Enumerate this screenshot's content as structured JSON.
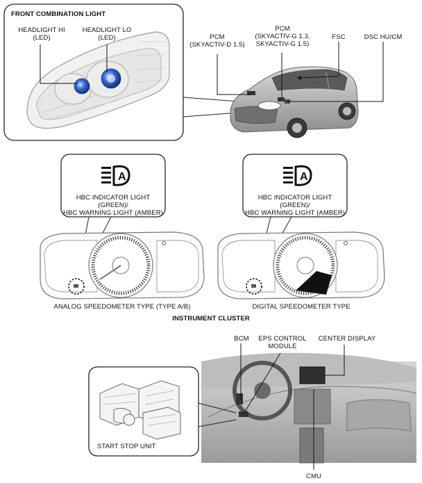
{
  "front_combination_light": {
    "title": "FRONT COMBINATION LIGHT",
    "headlight_hi": "HEADLIGHT HI\n(LED)",
    "headlight_lo": "HEADLIGHT LO\n(LED)"
  },
  "car_labels": {
    "pcm_skyactiv_d": "PCM\n(SKYACTIV-D 1.5)",
    "pcm_skyactiv_g": "PCM\n(SKYACTIV-G 1.3,\nSKYACTIV-G 1.5)",
    "fsc": "FSC",
    "dsc_hu_cm": "DSC HU/CM"
  },
  "cluster_analog": {
    "callout": "HBC INDICATOR LIGHT (GREEN)/\nHBC WARNING LIGHT (AMBER)",
    "caption": "ANALOG SPEEDOMETER TYPE (TYPE A/B)"
  },
  "cluster_digital": {
    "callout": "HBC INDICATOR LIGHT (GREEN)/\nHBC WARNING LIGHT (AMBER)",
    "caption": "DIGITAL SPEEDOMETER TYPE"
  },
  "instrument_cluster_title": "INSTRUMENT CLUSTER",
  "dashboard_labels": {
    "bcm": "BCM",
    "eps_control_module": "EPS CONTROL\nMODULE",
    "center_display": "CENTER DISPLAY",
    "start_stop_unit": "START STOP UNIT",
    "cmu": "CMU"
  },
  "icons": {
    "hbc_symbol": "auto-high-beam-icon"
  }
}
